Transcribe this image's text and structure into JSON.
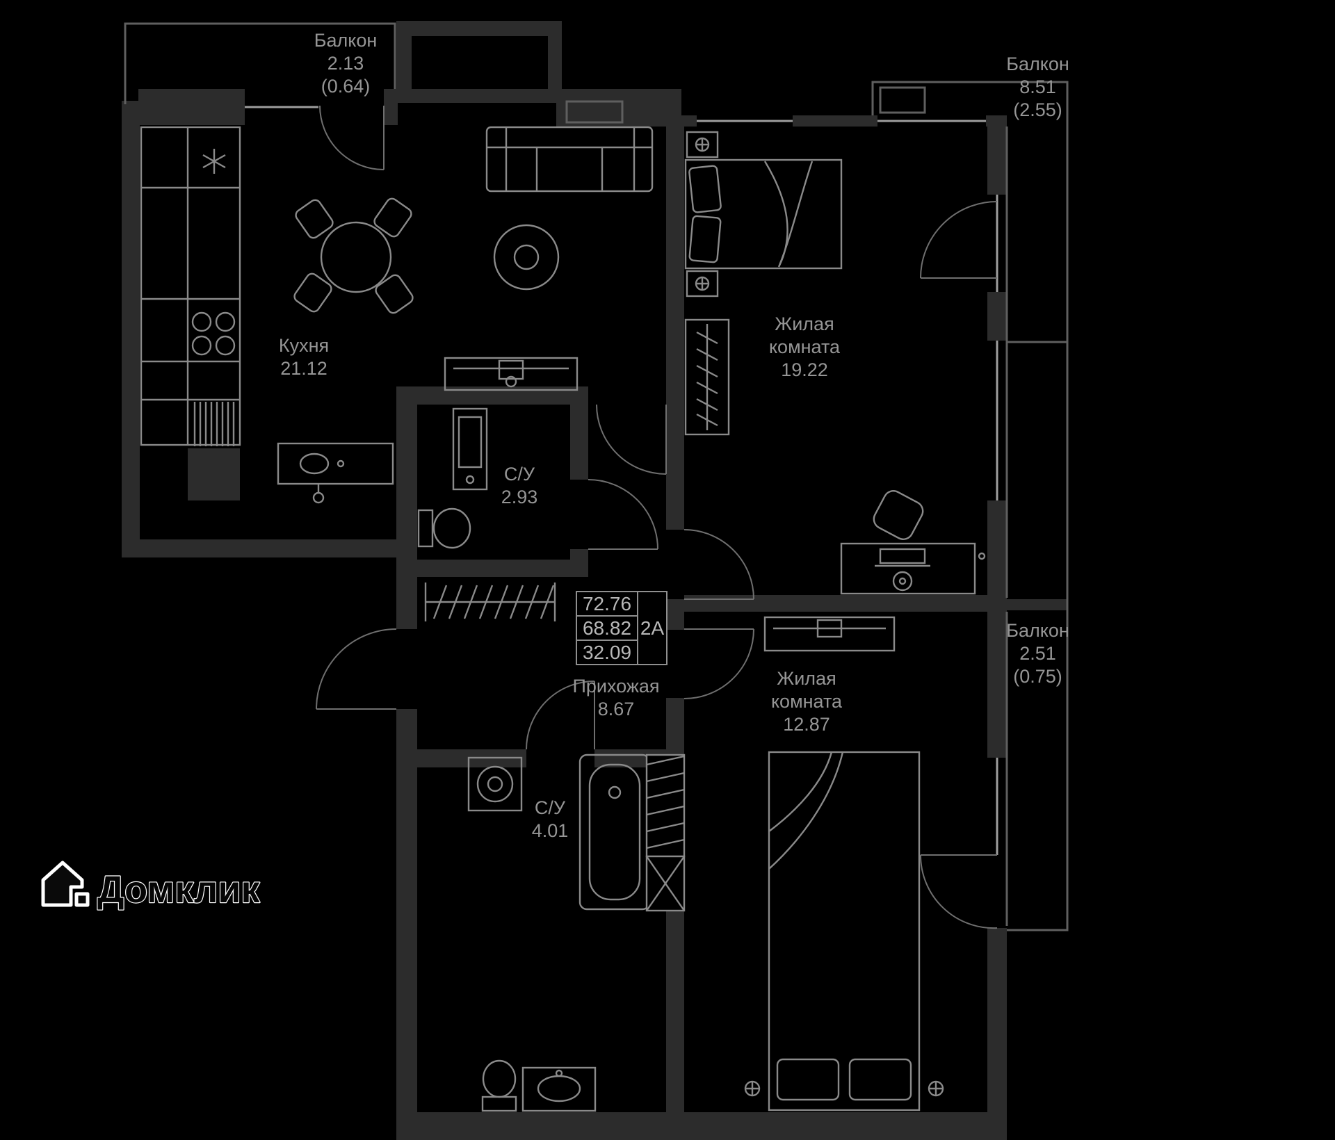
{
  "colors": {
    "background": "#000000",
    "wall": "#2c2c2c",
    "furniture_line": "#8a8a8a",
    "label_text": "#959595"
  },
  "rooms": {
    "balcony_top_left": {
      "name": "Балкон",
      "area": "2.13",
      "reduced_area": "(0.64)"
    },
    "balcony_top_right": {
      "name": "Балкон",
      "area": "8.51",
      "reduced_area": "(2.55)"
    },
    "balcony_right": {
      "name": "Балкон",
      "area": "2.51",
      "reduced_area": "(0.75)"
    },
    "kitchen": {
      "name": "Кухня",
      "area": "21.12"
    },
    "living_room_top": {
      "name_line1": "Жилая",
      "name_line2": "комната",
      "area": "19.22"
    },
    "living_room_bottom": {
      "name_line1": "Жилая",
      "name_line2": "комната",
      "area": "12.87"
    },
    "bathroom_top": {
      "name": "С/У",
      "area": "2.93"
    },
    "bathroom_bottom": {
      "name": "С/У",
      "area": "4.01"
    },
    "hallway": {
      "name": "Прихожая",
      "area": "8.67"
    }
  },
  "info_box": {
    "values": [
      "72.76",
      "68.82",
      "32.09"
    ],
    "plan_code": "2А"
  },
  "logo": {
    "text": "Домклик"
  }
}
